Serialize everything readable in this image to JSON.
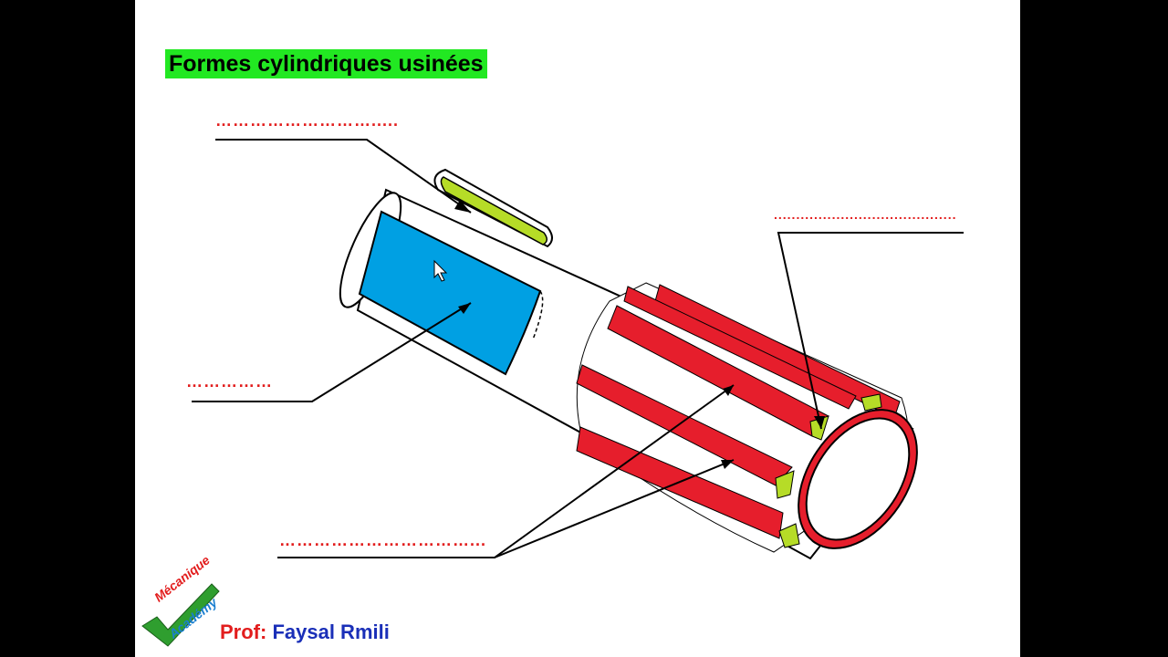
{
  "slide": {
    "title": "Formes cylindriques usinées",
    "title_bg": "#22e822",
    "answer_blanks": [
      "……………………….....",
      ".........................................",
      "……………",
      "……………………………..."
    ],
    "blank_color": "#e21d1d"
  },
  "footer": {
    "prof_label": "Prof:",
    "prof_name": "Faysal Rmili",
    "logo_word1": "Mécanique",
    "logo_word2": "Académy"
  },
  "colors": {
    "flat": "#00a0e3",
    "keyway": "#b6dc27",
    "splines": "#e61e2c",
    "outline": "#000000"
  },
  "icons": {
    "cursor": "mouse-pointer-icon",
    "logo": "checkmark-logo-icon"
  }
}
